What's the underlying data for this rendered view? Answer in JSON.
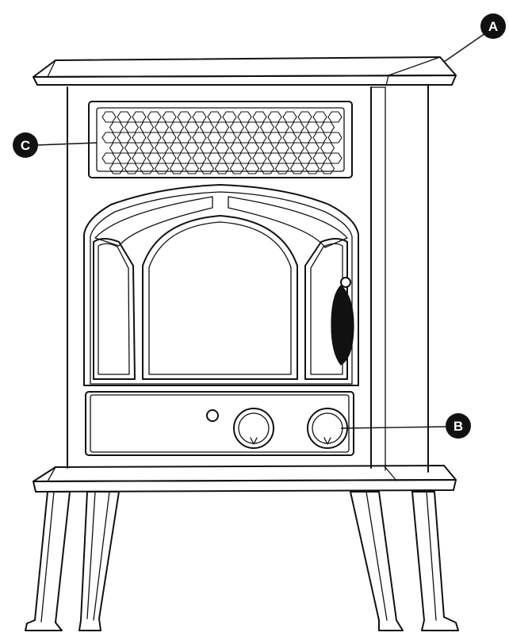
{
  "callouts": [
    {
      "id": "A",
      "label": "A"
    },
    {
      "id": "B",
      "label": "B"
    },
    {
      "id": "C",
      "label": "C"
    }
  ]
}
